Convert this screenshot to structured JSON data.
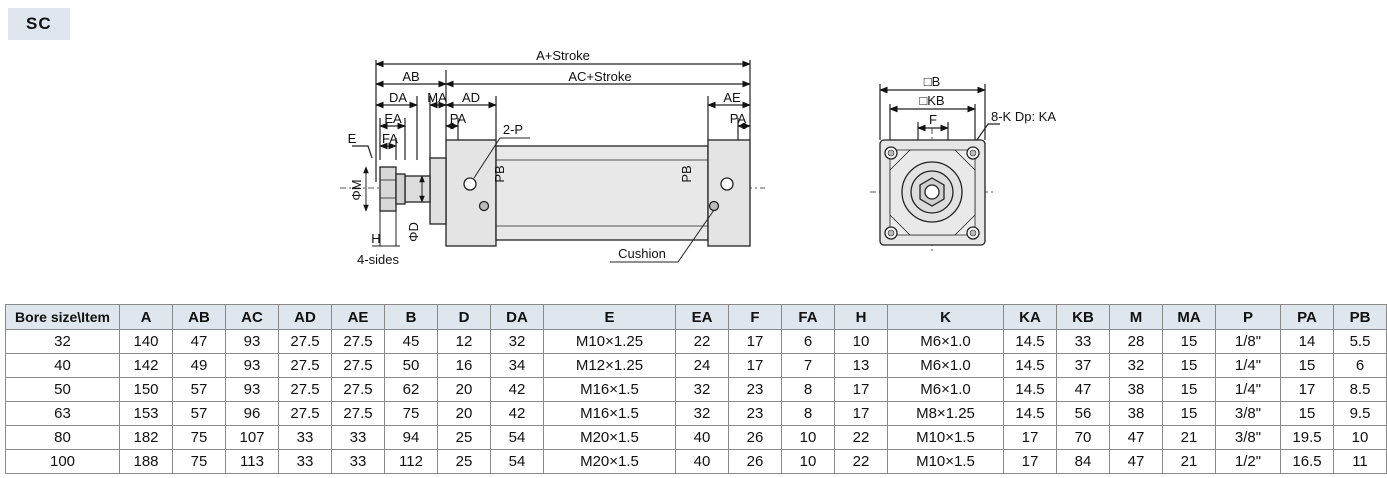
{
  "section_badge": "SC",
  "drawing": {
    "dims": {
      "a_stroke": "A+Stroke",
      "ac_stroke": "AC+Stroke",
      "ab": "AB",
      "da": "DA",
      "ma": "MA",
      "ad": "AD",
      "ae": "AE",
      "ea": "EA",
      "fa": "FA",
      "e": "E",
      "pa_left": "PA",
      "pa_right": "PA",
      "ports": "2-P",
      "pb_left": "PB",
      "pb_right": "PB",
      "phi_m": "ΦM",
      "phi_d": "ΦD",
      "h": "H",
      "four_sides": "4-sides",
      "cushion": "Cushion",
      "b_box": "□B",
      "kb_box": "□KB",
      "f": "F",
      "k_thread": "8-K Dp: KA"
    }
  },
  "table": {
    "headers": [
      "Bore size\\Item",
      "A",
      "AB",
      "AC",
      "AD",
      "AE",
      "B",
      "D",
      "DA",
      "E",
      "EA",
      "F",
      "FA",
      "H",
      "K",
      "KA",
      "KB",
      "M",
      "MA",
      "P",
      "PA",
      "PB"
    ],
    "rows": [
      [
        "32",
        "140",
        "47",
        "93",
        "27.5",
        "27.5",
        "45",
        "12",
        "32",
        "M10×1.25",
        "22",
        "17",
        "6",
        "10",
        "M6×1.0",
        "14.5",
        "33",
        "28",
        "15",
        "1/8\"",
        "14",
        "5.5"
      ],
      [
        "40",
        "142",
        "49",
        "93",
        "27.5",
        "27.5",
        "50",
        "16",
        "34",
        "M12×1.25",
        "24",
        "17",
        "7",
        "13",
        "M6×1.0",
        "14.5",
        "37",
        "32",
        "15",
        "1/4\"",
        "15",
        "6"
      ],
      [
        "50",
        "150",
        "57",
        "93",
        "27.5",
        "27.5",
        "62",
        "20",
        "42",
        "M16×1.5",
        "32",
        "23",
        "8",
        "17",
        "M6×1.0",
        "14.5",
        "47",
        "38",
        "15",
        "1/4\"",
        "17",
        "8.5"
      ],
      [
        "63",
        "153",
        "57",
        "96",
        "27.5",
        "27.5",
        "75",
        "20",
        "42",
        "M16×1.5",
        "32",
        "23",
        "8",
        "17",
        "M8×1.25",
        "14.5",
        "56",
        "38",
        "15",
        "3/8\"",
        "15",
        "9.5"
      ],
      [
        "80",
        "182",
        "75",
        "107",
        "33",
        "33",
        "94",
        "25",
        "54",
        "M20×1.5",
        "40",
        "26",
        "10",
        "22",
        "M10×1.5",
        "17",
        "70",
        "47",
        "21",
        "3/8\"",
        "19.5",
        "10"
      ],
      [
        "100",
        "188",
        "75",
        "113",
        "33",
        "33",
        "112",
        "25",
        "54",
        "M20×1.5",
        "40",
        "26",
        "10",
        "22",
        "M10×1.5",
        "17",
        "84",
        "47",
        "21",
        "1/2\"",
        "16.5",
        "11"
      ]
    ]
  }
}
